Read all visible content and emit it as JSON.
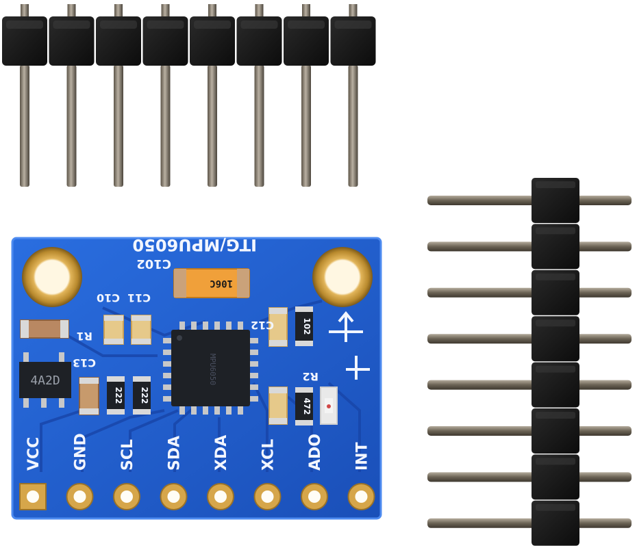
{
  "board": {
    "title_silkscreen": "ITG/MPU6050",
    "chip_label": "MPU6050",
    "pin_labels": [
      "VCC",
      "GND",
      "SCL",
      "SDA",
      "XDA",
      "XCL",
      "ADO",
      "INT"
    ],
    "component_labels": {
      "c102": "C102",
      "c10": "C10",
      "c11": "C11",
      "c12": "C12",
      "c13": "C13",
      "r1": "R1",
      "r2": "R2",
      "regulator": "4A2D",
      "res_a": "222",
      "res_b": "222",
      "res_c": "102",
      "res_d": "472",
      "tantalum": "106C"
    },
    "colors": {
      "pcb": "#1f5fd0",
      "pcb_edge": "#2f72e0",
      "header_plastic": "#161616",
      "pin_metal": "#8a7f6e",
      "pad_gold": "#d6a64a",
      "tantalum": "#f0a03a"
    }
  },
  "headers": {
    "straight_pin_count": 8,
    "angled_pin_count": 8
  }
}
